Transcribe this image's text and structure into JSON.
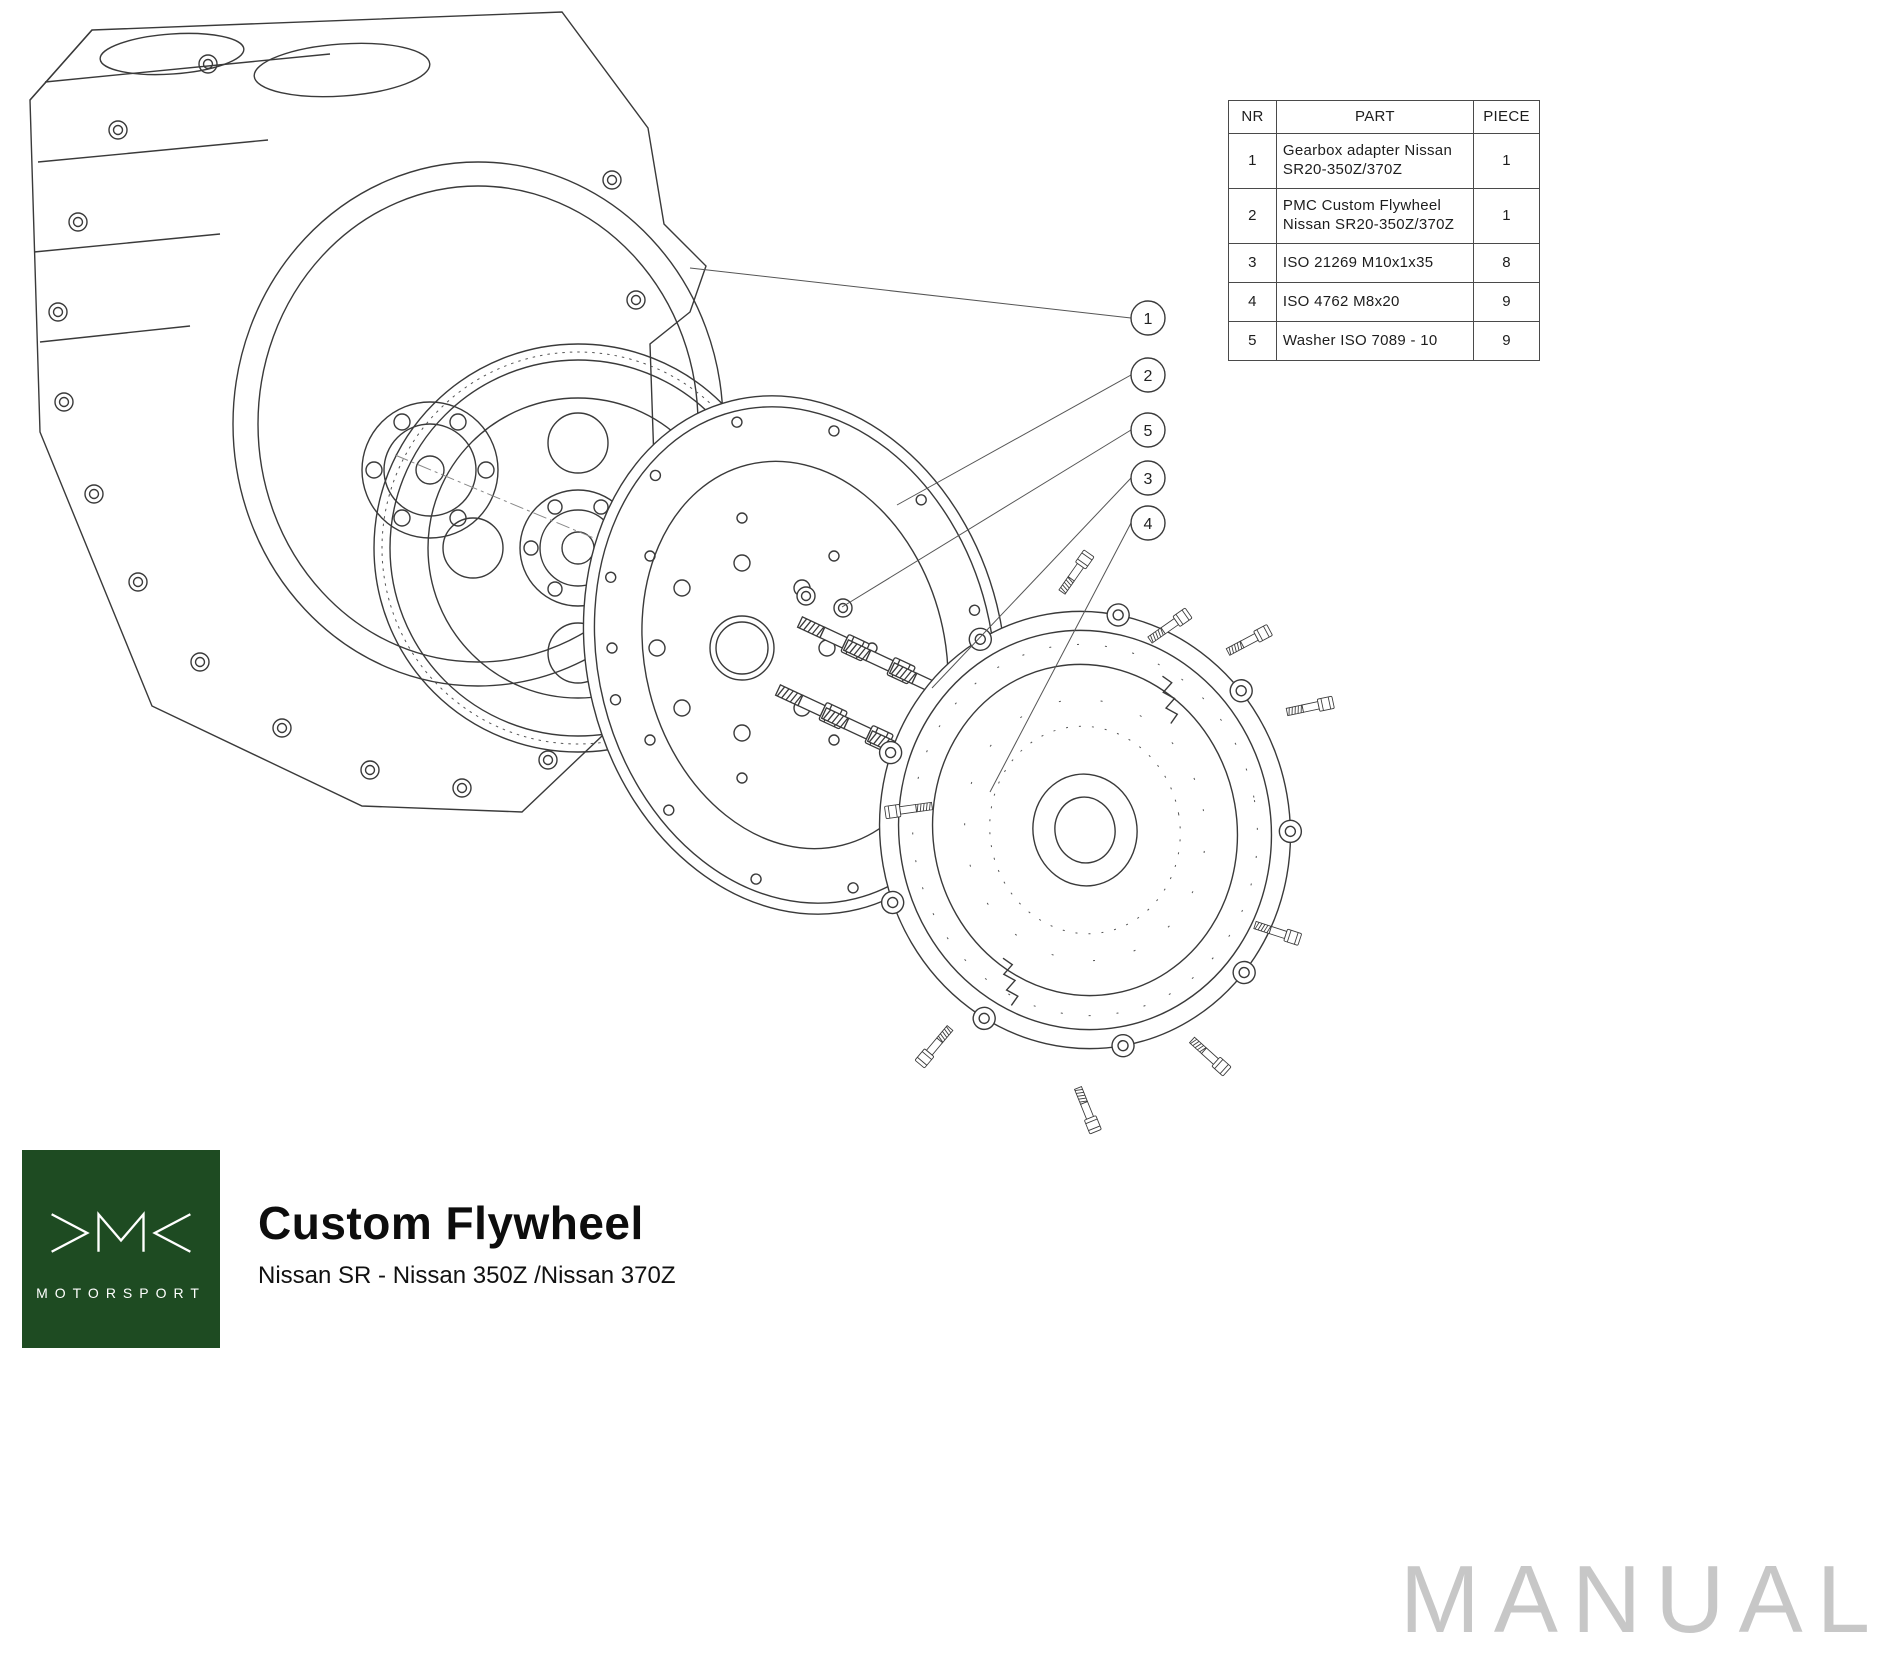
{
  "table": {
    "headers": [
      "NR",
      "PART",
      "PIECE"
    ],
    "rows": [
      {
        "nr": "1",
        "part": "Gearbox adapter Nissan SR20-350Z/370Z",
        "piece": "1"
      },
      {
        "nr": "2",
        "part": "PMC Custom Flywheel Nissan SR20-350Z/370Z",
        "piece": "1"
      },
      {
        "nr": "3",
        "part": "ISO 21269 M10x1x35",
        "piece": "8"
      },
      {
        "nr": "4",
        "part": "ISO 4762 M8x20",
        "piece": "9"
      },
      {
        "nr": "5",
        "part": "Washer ISO 7089 - 10",
        "piece": "9"
      }
    ]
  },
  "callouts": [
    "1",
    "2",
    "5",
    "3",
    "4"
  ],
  "logo": {
    "monogram_icon": "pmc-monogram",
    "wordmark": "MOTORSPORT",
    "bg_color": "#1e4b22",
    "fg_color": "#ffffff"
  },
  "title_block": {
    "title": "Custom Flywheel",
    "subtitle": "Nissan SR - Nissan 350Z /Nissan 370Z"
  },
  "watermark": "MANUAL",
  "colors": {
    "drawing_line": "#3a3a3a",
    "watermark_gray": "#c7c7c7"
  }
}
